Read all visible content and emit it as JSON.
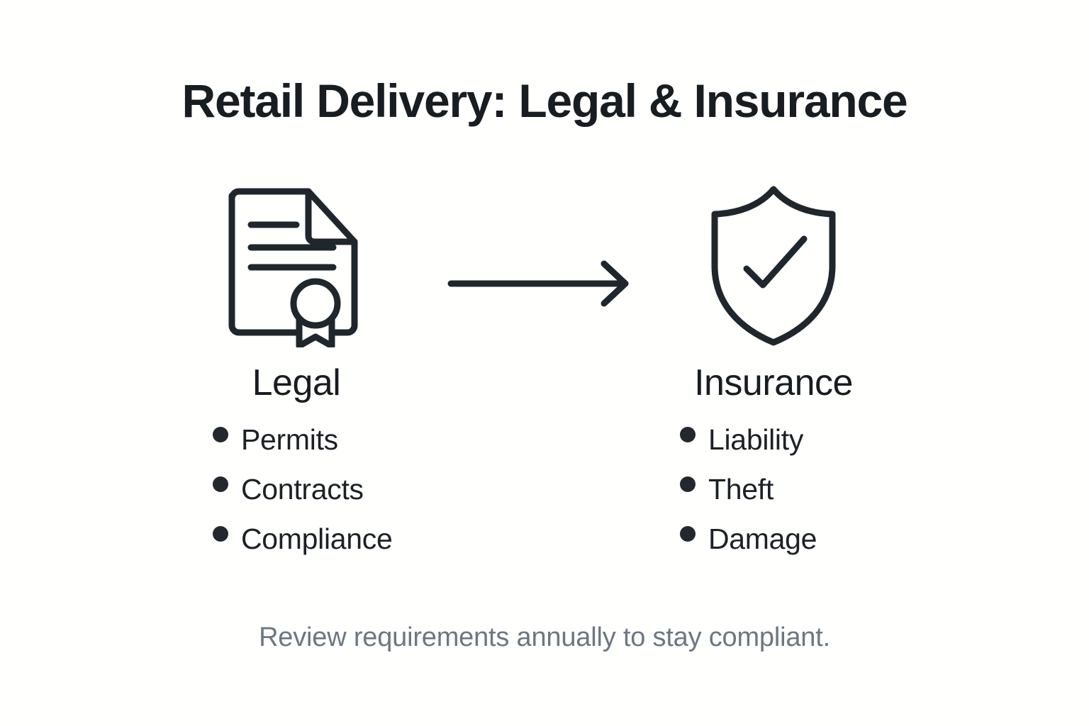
{
  "slide": {
    "title": "Retail Delivery: Legal & Insurance",
    "background_color": "#fffffd",
    "text_color": "#181d22",
    "muted_text_color": "#6d7781",
    "stroke_color": "#1f262c"
  },
  "columns": [
    {
      "id": "legal",
      "heading": "Legal",
      "icon": "certificate-document-icon",
      "bullets": [
        "Permits",
        "Contracts",
        "Compliance"
      ]
    },
    {
      "id": "insurance",
      "heading": "Insurance",
      "icon": "shield-check-icon",
      "bullets": [
        "Liability",
        "Theft",
        "Damage"
      ]
    }
  ],
  "connector": {
    "icon": "right-arrow-icon",
    "direction": "left-to-right"
  },
  "footer": {
    "note": "Review requirements annually to stay compliant."
  }
}
